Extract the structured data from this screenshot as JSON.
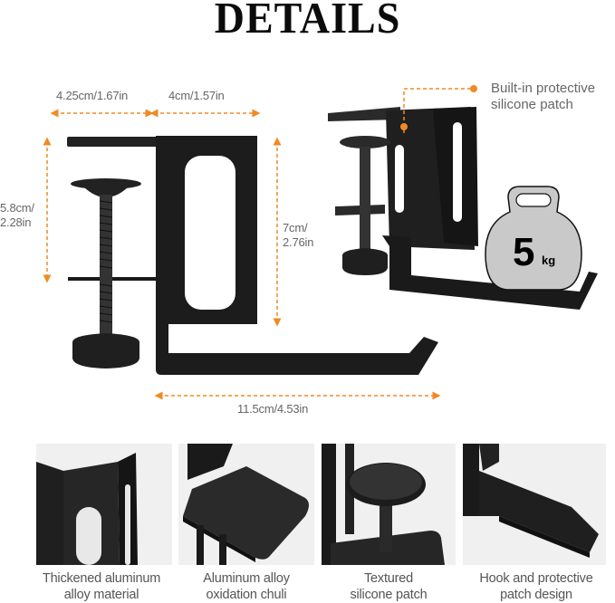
{
  "header": {
    "title": "DETAILS"
  },
  "dimensions": {
    "clamp_depth": "4.25cm/1.67in",
    "bracket_width": "4cm/1.57in",
    "clamp_height_cm": "5.8cm/",
    "clamp_height_in": "2.28in",
    "bracket_height_cm": "7cm/",
    "bracket_height_in": "2.76in",
    "hook_length": "11.5cm/4.53in"
  },
  "callout": {
    "line1": "Built-in protective",
    "line2": "silicone patch"
  },
  "weight_badge": {
    "value": "5",
    "unit": "kg"
  },
  "features": [
    {
      "line1": "Thickened aluminum",
      "line2": "alloy material"
    },
    {
      "line1": "Aluminum alloy",
      "line2": "oxidation chuli"
    },
    {
      "line1": "Textured",
      "line2": "silicone patch"
    },
    {
      "line1": "Hook and protective",
      "line2": "patch design"
    }
  ],
  "colors": {
    "accent": "#f08a24",
    "metal": "#1c1c1c",
    "badge": "#c9c9c9"
  }
}
